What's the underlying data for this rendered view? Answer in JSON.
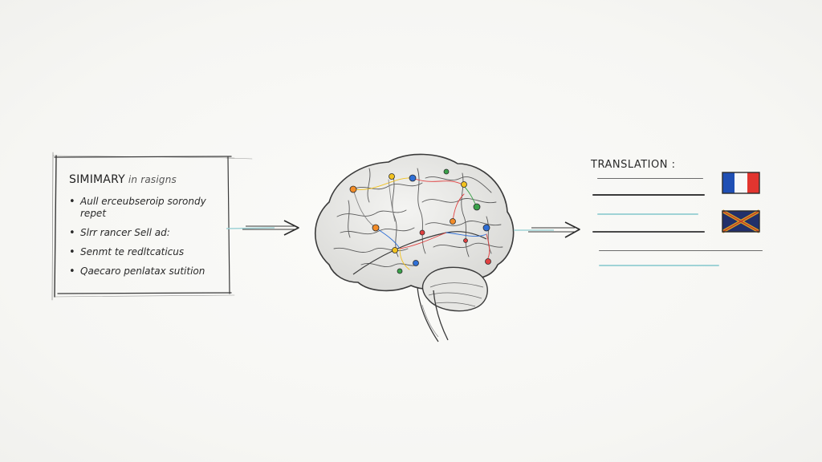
{
  "summary": {
    "title": "SIMIMARY",
    "subtitle": "in rasigns",
    "items": [
      "Aull erceubseroip sorondy repet",
      "Slrr rancer Sell ad:",
      "Senmt te redltcaticus",
      "Qaecaro penlatax sutition"
    ]
  },
  "translation": {
    "title": "TRANSLATION :",
    "flags": [
      "france-flag",
      "uk-flag"
    ]
  },
  "colors": {
    "ink": "#2b2b2b",
    "accent_teal": "#9fd3d6",
    "france_blue": "#1f4fb4",
    "france_red": "#e2352f",
    "uk_navy": "#22306a",
    "uk_gold": "#d9a21f",
    "node_orange": "#f28c28",
    "node_blue": "#2f6fd6",
    "node_red": "#e04040",
    "node_green": "#3aa24a",
    "node_yellow": "#f2c21f"
  }
}
